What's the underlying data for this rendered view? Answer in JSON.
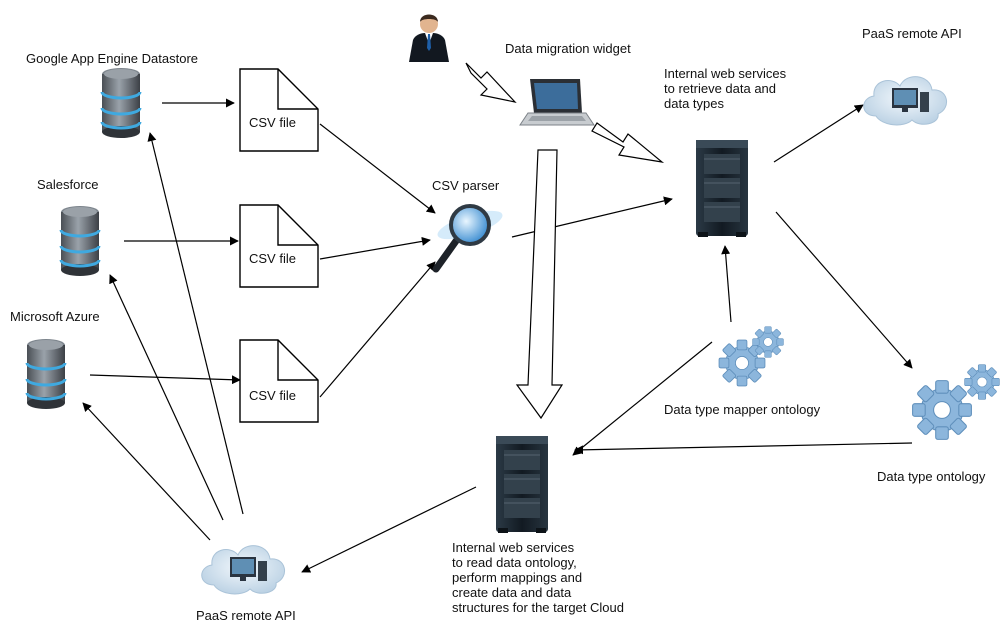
{
  "labels": {
    "gae_datastore": "Google App Engine Datastore",
    "salesforce": "Salesforce",
    "azure": "Microsoft Azure",
    "csv_file": "CSV file",
    "csv_parser": "CSV parser",
    "migration_widget": "Data migration widget",
    "ws_retrieve": "Internal web services\nto retrieve data and\ndata types",
    "paas_api_top": "PaaS remote API",
    "mapper_ontology": "Data type mapper ontology",
    "type_ontology": "Data type ontology",
    "ws_read": "Internal web services\nto read data ontology,\nperform mappings and\ncreate data and data\nstructures for the target Cloud",
    "paas_api_bottom": "PaaS remote API"
  },
  "icons": [
    "user-icon",
    "laptop-icon",
    "database-icon",
    "document-icon",
    "magnifier-icon",
    "server-icon",
    "cloud-icon",
    "gear-icon"
  ],
  "colors": {
    "database_ring": "#3fa9e0",
    "server_body": "#1f2b35",
    "gear_fill": "#8cb6dc",
    "cloud_fill": "#dde9f3"
  }
}
